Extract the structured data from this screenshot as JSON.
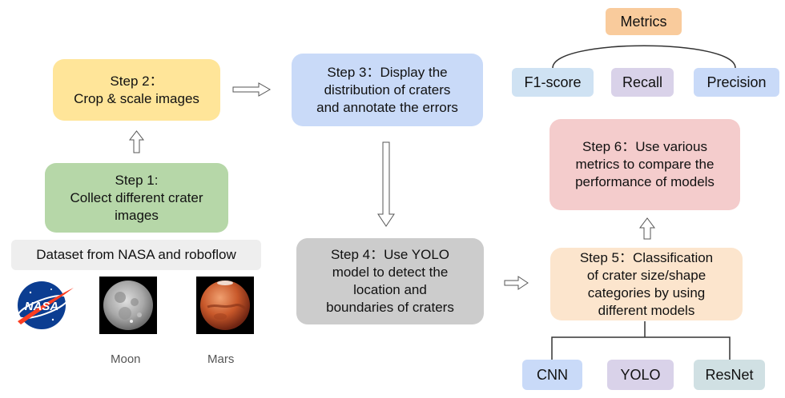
{
  "steps": {
    "step1": [
      "Step 1:",
      "Collect different crater",
      "images"
    ],
    "step2": [
      "Step 2：",
      "Crop & scale images"
    ],
    "step3": [
      "Step 3：Display the",
      "distribution of craters",
      "and annotate the errors"
    ],
    "step4": [
      "Step 4：Use YOLO",
      "model to detect the",
      "location and",
      "boundaries of craters"
    ],
    "step5": [
      "Step 5：Classification",
      "of crater size/shape",
      "categories by using",
      "different models"
    ],
    "step6": [
      "Step 6：Use various",
      "metrics to compare the",
      "performance of models"
    ]
  },
  "dataset": {
    "label": "Dataset from NASA and roboflow",
    "logo_text": "NASA",
    "images": [
      {
        "caption": "Moon"
      },
      {
        "caption": "Mars"
      }
    ]
  },
  "metrics": {
    "title": "Metrics",
    "items": [
      "F1-score",
      "Recall",
      "Precision"
    ]
  },
  "models": [
    "CNN",
    "YOLO",
    "ResNet"
  ],
  "colors": {
    "step1": "#b6d7a8",
    "step2": "#ffe599",
    "step3": "#c9daf8",
    "step4": "#cccccc",
    "step5": "#fce5cd",
    "step6": "#f4cccc",
    "metrics": "#f9cb9c"
  }
}
